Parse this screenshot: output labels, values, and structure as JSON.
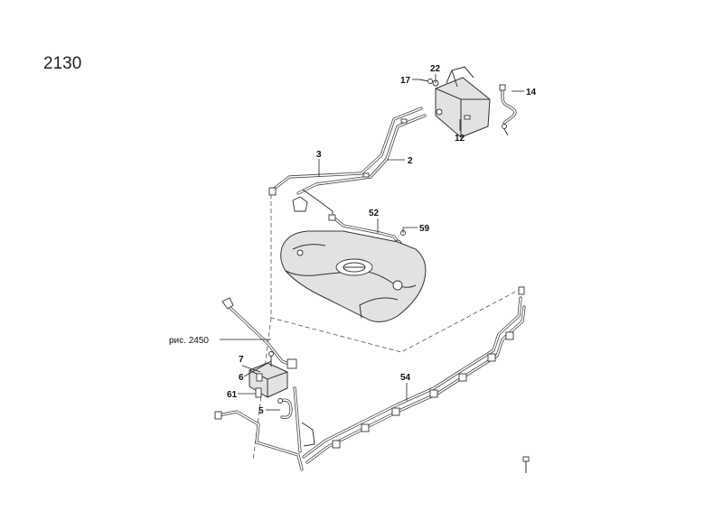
{
  "page_number": "2130",
  "callouts": {
    "c22": "22",
    "c17": "17",
    "c14": "14",
    "c12": "12",
    "c3": "3",
    "c2": "2",
    "c52": "52",
    "c59": "59",
    "ref_2450": "рис. 2450",
    "c7": "7",
    "c6": "6",
    "c61": "61",
    "c5": "5",
    "c54": "54"
  }
}
